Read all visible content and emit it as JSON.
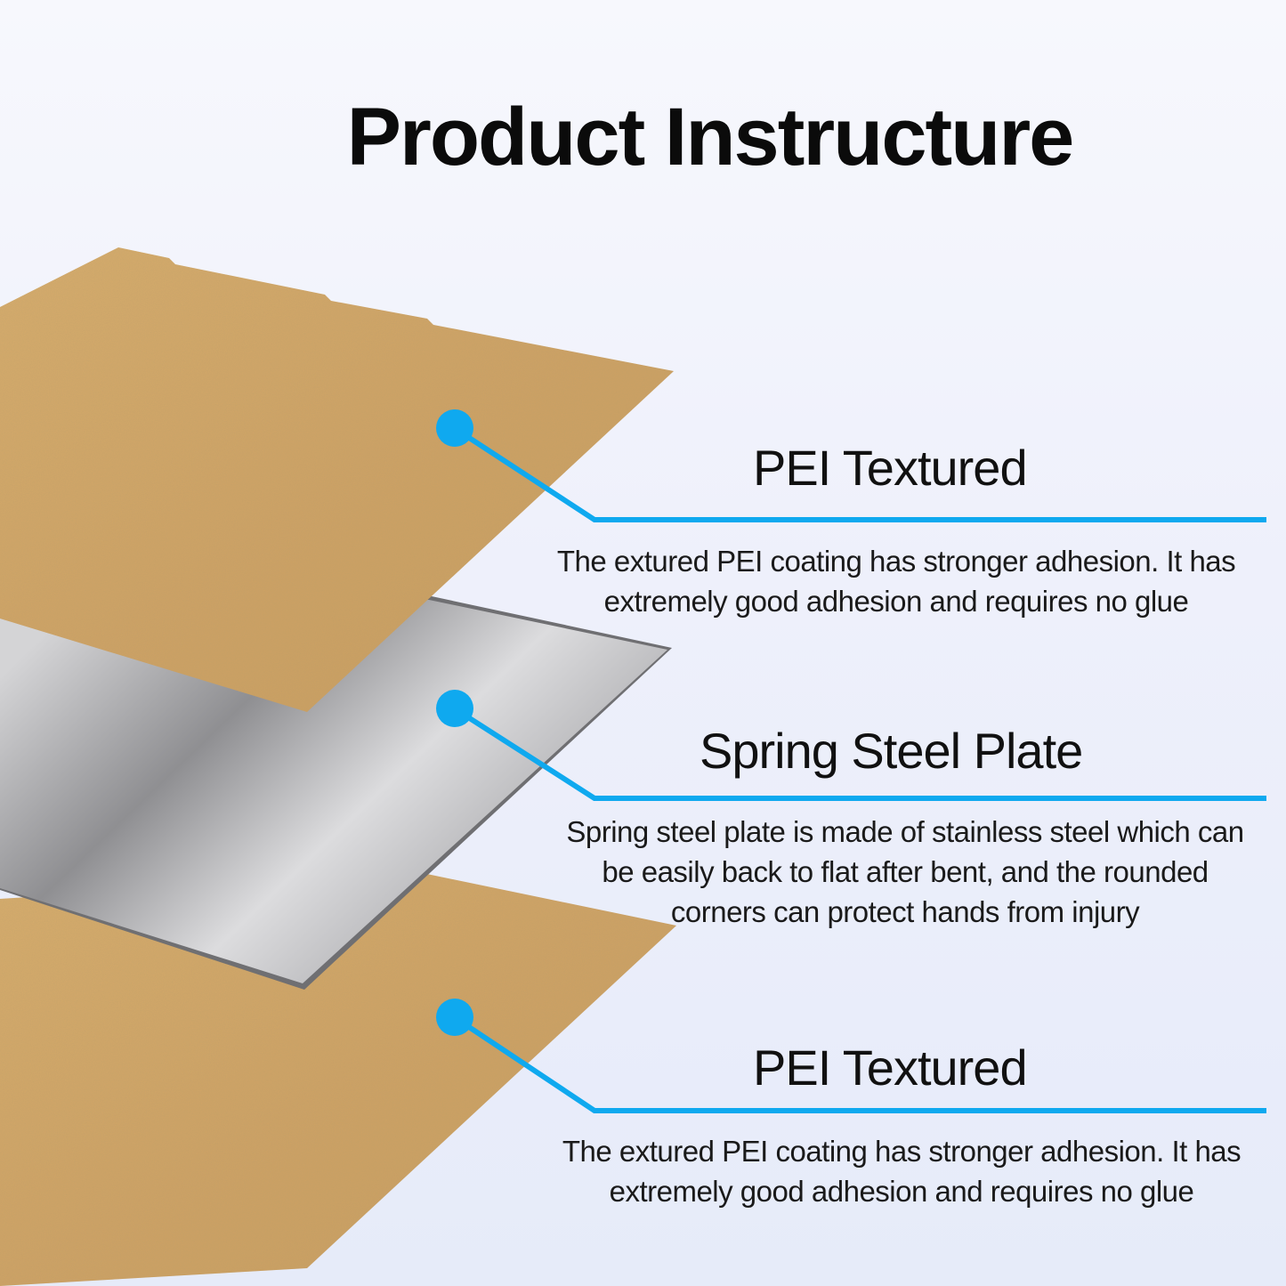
{
  "title": "Product Instructure",
  "accent_color": "#0fa9ef",
  "pei_color": "#d0a565",
  "steel_color": "#bdbdbd",
  "layers": [
    {
      "name": "PEI Textured",
      "description_lines": [
        "The extured PEI coating has stronger adhesion. It has",
        "extremely good adhesion and requires no glue"
      ]
    },
    {
      "name": "Spring Steel Plate",
      "description_lines": [
        "Spring steel plate is made of stainless steel which can",
        "be easily back to flat after bent, and the rounded",
        "corners can protect hands from injury"
      ]
    },
    {
      "name": "PEI Textured",
      "description_lines": [
        "The extured PEI coating has stronger adhesion. It has",
        "extremely good adhesion and requires no glue"
      ]
    }
  ]
}
